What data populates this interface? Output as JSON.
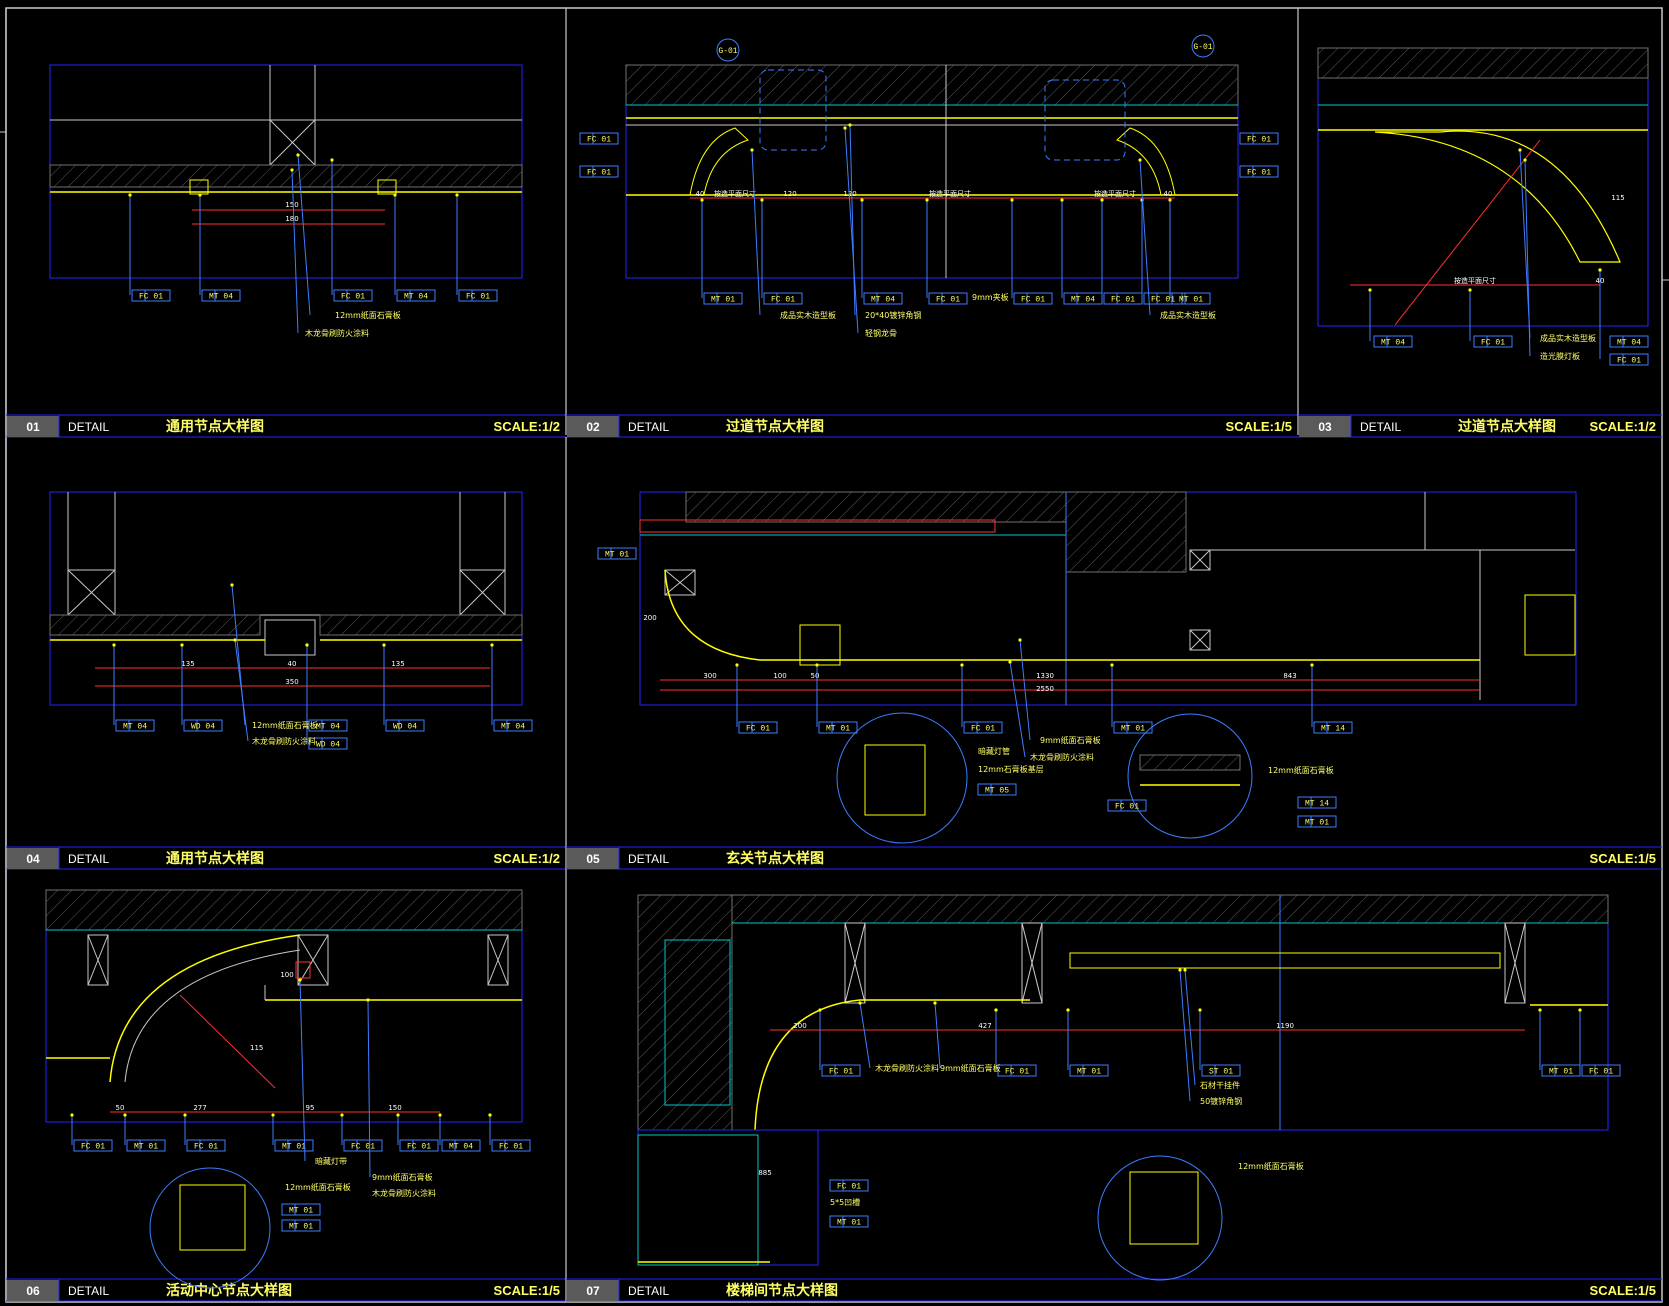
{
  "colors": {
    "background": "#000000",
    "frame": "#c8c8c8",
    "panel_border": "#2424ff",
    "title_text": "#ffff66",
    "label_text": "#ffff66",
    "dimension": "#ff3030",
    "leader": "#3c7dff",
    "section": "#00c8c8",
    "finish_line": "#ffff00",
    "hatch": "#707070"
  },
  "common": {
    "detail_word": "DETAIL"
  },
  "panels": [
    {
      "id": "p01",
      "number": "01",
      "title": "通用节点大样图",
      "scale": "SCALE:1/2",
      "dims": [
        "150",
        "180"
      ],
      "tags": [
        "FC 01",
        "MT 04",
        "FC 01",
        "MT 04",
        "FC 01"
      ],
      "labels": [
        "12mm纸面石膏板",
        "木龙骨刷防火涂料"
      ]
    },
    {
      "id": "p02",
      "number": "02",
      "title": "过道节点大样图",
      "scale": "SCALE:1/5",
      "callouts": [
        "G-01",
        "G-01"
      ],
      "dims": [
        "40",
        "120",
        "120",
        "40",
        "按造平面尺寸",
        "按造平面尺寸",
        "按造平面尺寸"
      ],
      "tags": [
        "FC 01",
        "FC 01",
        "FC 01",
        "FC 01",
        "MT 01",
        "FC 01",
        "MT 04",
        "FC 01",
        "FC 01",
        "MT 04",
        "FC 01",
        "FC 01",
        "MT 01"
      ],
      "labels": [
        "成品实木造型板",
        "20*40镀锌角钢",
        "轻钢龙骨",
        "9mm夹板",
        "成品实木造型板"
      ]
    },
    {
      "id": "p03",
      "number": "03",
      "title": "过道节点大样图",
      "scale": "SCALE:1/2",
      "dims": [
        "按造平面尺寸",
        "40",
        "115"
      ],
      "tags": [
        "MT 04",
        "FC 01",
        "MT 04",
        "FC 01"
      ],
      "labels": [
        "成品实木造型板",
        "造光膜灯板"
      ]
    },
    {
      "id": "p04",
      "number": "04",
      "title": "通用节点大样图",
      "scale": "SCALE:1/2",
      "dims": [
        "135",
        "40",
        "135",
        "350"
      ],
      "tags": [
        "MT 04",
        "WD 04",
        "MT 04",
        "WD 04",
        "WD 04",
        "MT 04"
      ],
      "labels": [
        "12mm纸面石膏板",
        "木龙骨刷防火涂料"
      ]
    },
    {
      "id": "p05",
      "number": "05",
      "title": "玄关节点大样图",
      "scale": "SCALE:1/5",
      "dims": [
        "200",
        "300",
        "100",
        "50",
        "1330",
        "843",
        "2550"
      ],
      "tags": [
        "MT 01",
        "FC 01",
        "MT 01",
        "FC 01",
        "MT 01",
        "MT 14",
        "MT 05",
        "FC 01",
        "MT 14",
        "MT 01"
      ],
      "labels": [
        "9mm纸面石膏板",
        "木龙骨刷防火涂料",
        "暗藏灯管",
        "12mm石膏板基层",
        "12mm纸面石膏板"
      ]
    },
    {
      "id": "p06",
      "number": "06",
      "title": "活动中心节点大样图",
      "scale": "SCALE:1/5",
      "dims": [
        "100",
        "115",
        "50",
        "277",
        "95",
        "150"
      ],
      "tags": [
        "FC 01",
        "MT 01",
        "FC 01",
        "MT 01",
        "FC 01",
        "FC 01",
        "FC 01",
        "MT 04",
        "FC 01",
        "MT 01",
        "MT 01"
      ],
      "labels": [
        "暗藏灯带",
        "9mm纸面石膏板",
        "木龙骨刷防火涂料",
        "12mm纸面石膏板"
      ]
    },
    {
      "id": "p07",
      "number": "07",
      "title": "楼梯间节点大样图",
      "scale": "SCALE:1/5",
      "dims": [
        "200",
        "427",
        "1190",
        "885"
      ],
      "tags": [
        "FC 01",
        "FC 01",
        "MT 01",
        "ST 01",
        "MT 01",
        "FC 01",
        "FC 01",
        "MT 01"
      ],
      "labels": [
        "木龙骨刷防火涂料",
        "9mm纸面石膏板",
        "石材干挂件",
        "50镀锌角钢",
        "12mm纸面石膏板",
        "5*5凹槽"
      ]
    }
  ]
}
